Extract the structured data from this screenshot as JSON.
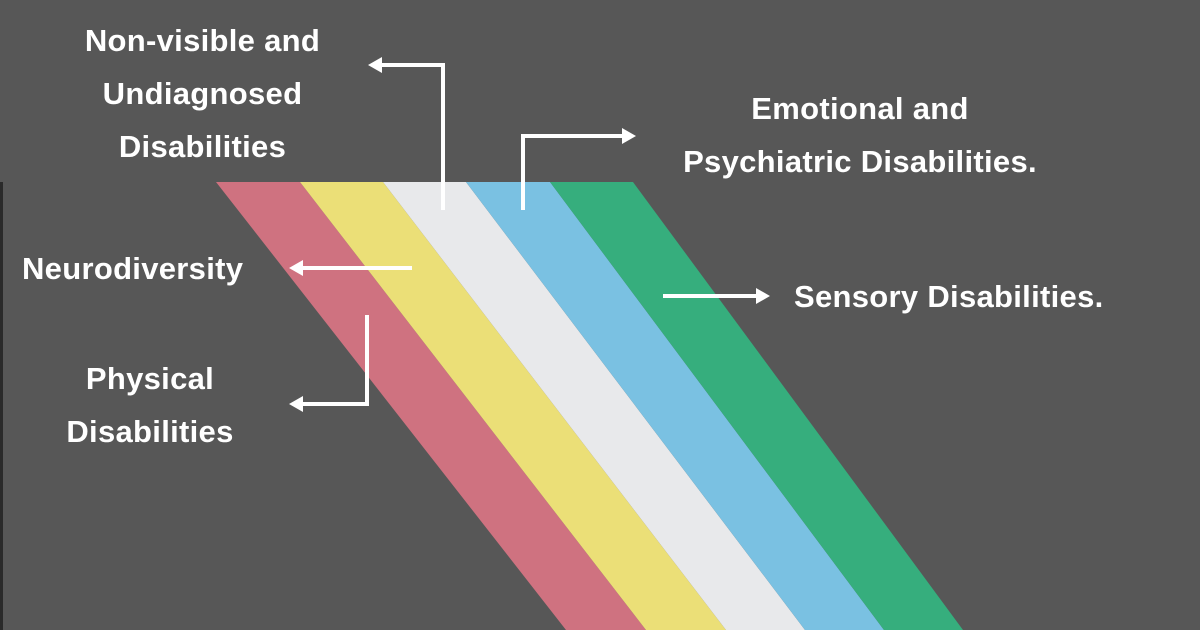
{
  "title": "Disability Pride Flag stripes",
  "colors": {
    "background": "#575757",
    "red": "#cf7280",
    "yellow": "#ebdf77",
    "white": "#e8e9eb",
    "blue": "#7ac1e2",
    "green": "#36ae7d",
    "arrow": "#ffffff"
  },
  "labels": {
    "non_visible": [
      "Non-visible and",
      "Undiagnosed",
      "Disabilities"
    ],
    "emotional": [
      "Emotional and",
      "Psychiatric Disabilities."
    ],
    "neurodiversity": "Neurodiversity",
    "physical": [
      "Physical",
      "Disabilities"
    ],
    "sensory": "Sensory Disabilities."
  }
}
